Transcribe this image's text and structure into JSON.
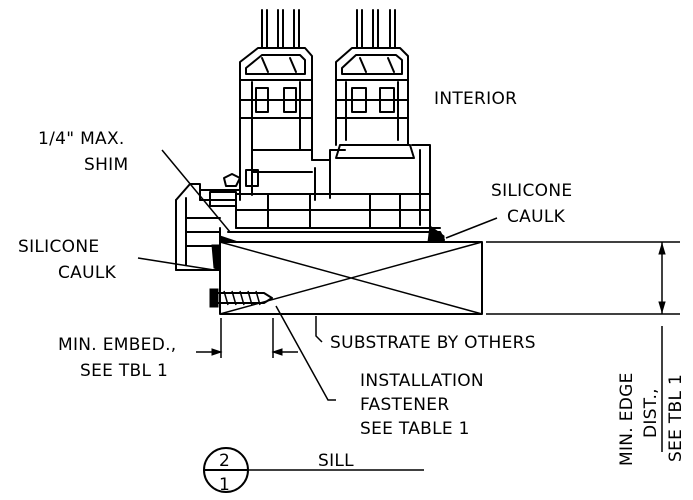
{
  "labels": {
    "interior": "INTERIOR",
    "shim_line1": "1/4\" MAX.",
    "shim_line2": "SHIM",
    "caulk_right_line1": "SILICONE",
    "caulk_right_line2": "CAULK",
    "caulk_left_line1": "SILICONE",
    "caulk_left_line2": "CAULK",
    "embed_line1": "MIN. EMBED.,",
    "embed_line2": "SEE TBL 1",
    "substrate": "SUBSTRATE BY OTHERS",
    "fastener_line1": "INSTALLATION",
    "fastener_line2": "FASTENER",
    "fastener_line3": "SEE TABLE 1",
    "edge_line1": "MIN. EDGE",
    "edge_line2": "DIST.,",
    "edge_line3": "SEE TBL 1",
    "detail_number": "2",
    "sheet_number": "1",
    "detail_title": "SILL"
  }
}
